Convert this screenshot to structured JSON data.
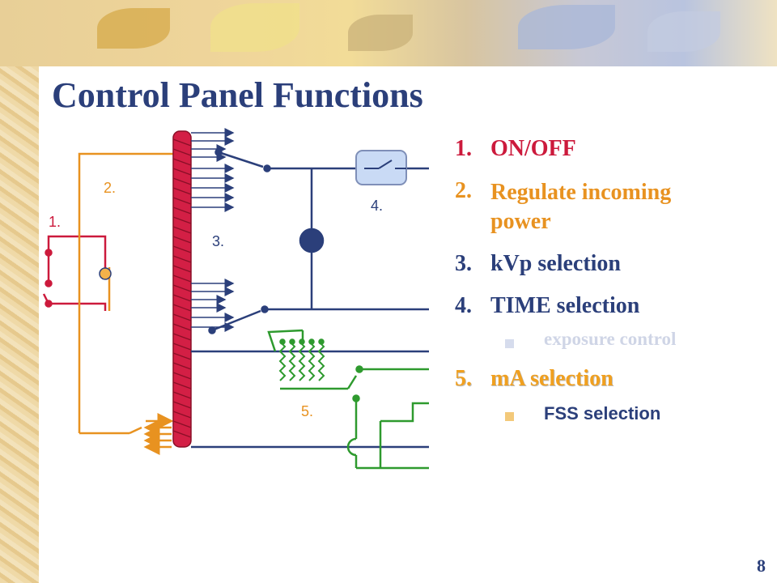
{
  "slide": {
    "title": "Control Panel Functions",
    "page_number": "8"
  },
  "diagram": {
    "labels": {
      "l1": "1.",
      "l2": "2.",
      "l3": "3.",
      "l4": "4.",
      "l5": "5."
    }
  },
  "list": {
    "item1": {
      "num": "1.",
      "text": "ON/OFF"
    },
    "item2": {
      "num": "2.",
      "text_line1": "Regulate incoming",
      "text_line2": "power"
    },
    "item3": {
      "num": "3.",
      "text": "kVp selection"
    },
    "item4": {
      "num": "4.",
      "text": "TIME selection"
    },
    "item4_sub": "exposure control",
    "item5": {
      "num": "5.",
      "text": "mA selection"
    },
    "item5_sub": "FSS selection"
  },
  "colors": {
    "title": "#2b3f7a",
    "red": "#cc1a3c",
    "orange": "#e89220",
    "navy": "#2b3f7a",
    "green": "#2e9a2e",
    "gray_blue": "#9aa8c8"
  }
}
